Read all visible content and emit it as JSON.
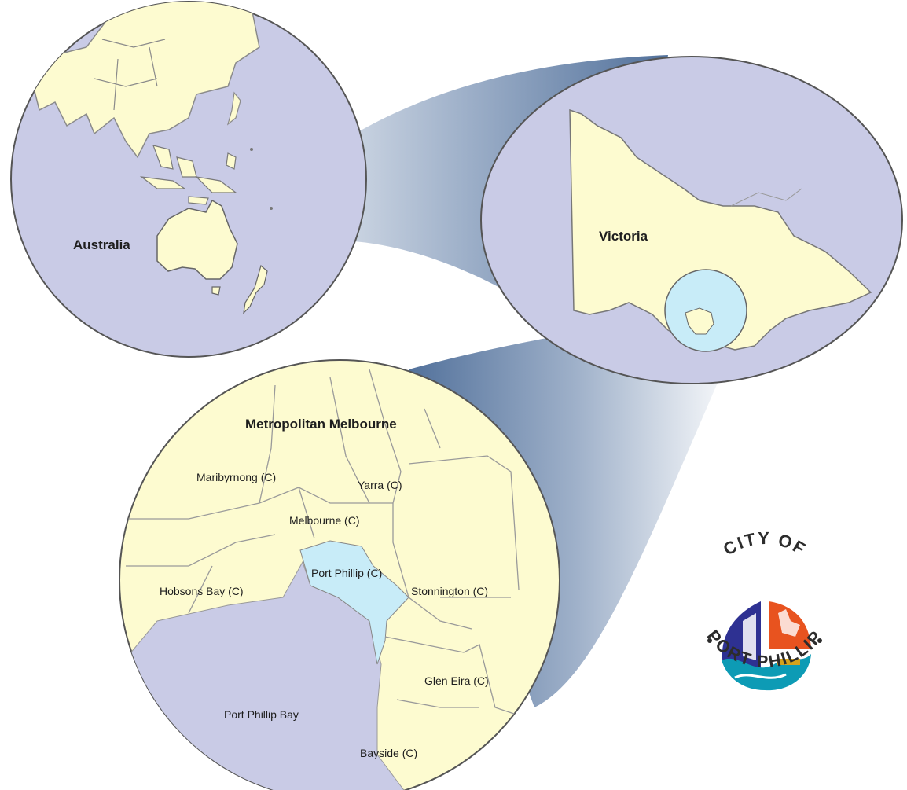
{
  "colors": {
    "ocean": "#c9cbe6",
    "land": "#fdfbd0",
    "border": "#8a8a8a",
    "highlight": "#c8ecf8",
    "connector_dark": "#52719b",
    "connector_light": "#ffffff",
    "logo_blue": "#2e3192",
    "logo_orange": "#e8531f",
    "logo_teal": "#0d9bb5"
  },
  "world": {
    "label": "Australia"
  },
  "state": {
    "label": "Victoria"
  },
  "metro": {
    "title": "Metropolitan Melbourne",
    "councils": [
      "Maribyrnong (C)",
      "Yarra (C)",
      "Melbourne (C)",
      "Port Phillip (C)",
      "Hobsons Bay (C)",
      "Stonnington (C)",
      "Glen Eira (C)",
      "Bayside (C)"
    ],
    "bay": "Port Phillip Bay"
  },
  "logo": {
    "top_text": "CITY OF",
    "bottom_text": "PORT PHILLIP",
    "icon": "city-of-port-phillip-logo-icon"
  }
}
